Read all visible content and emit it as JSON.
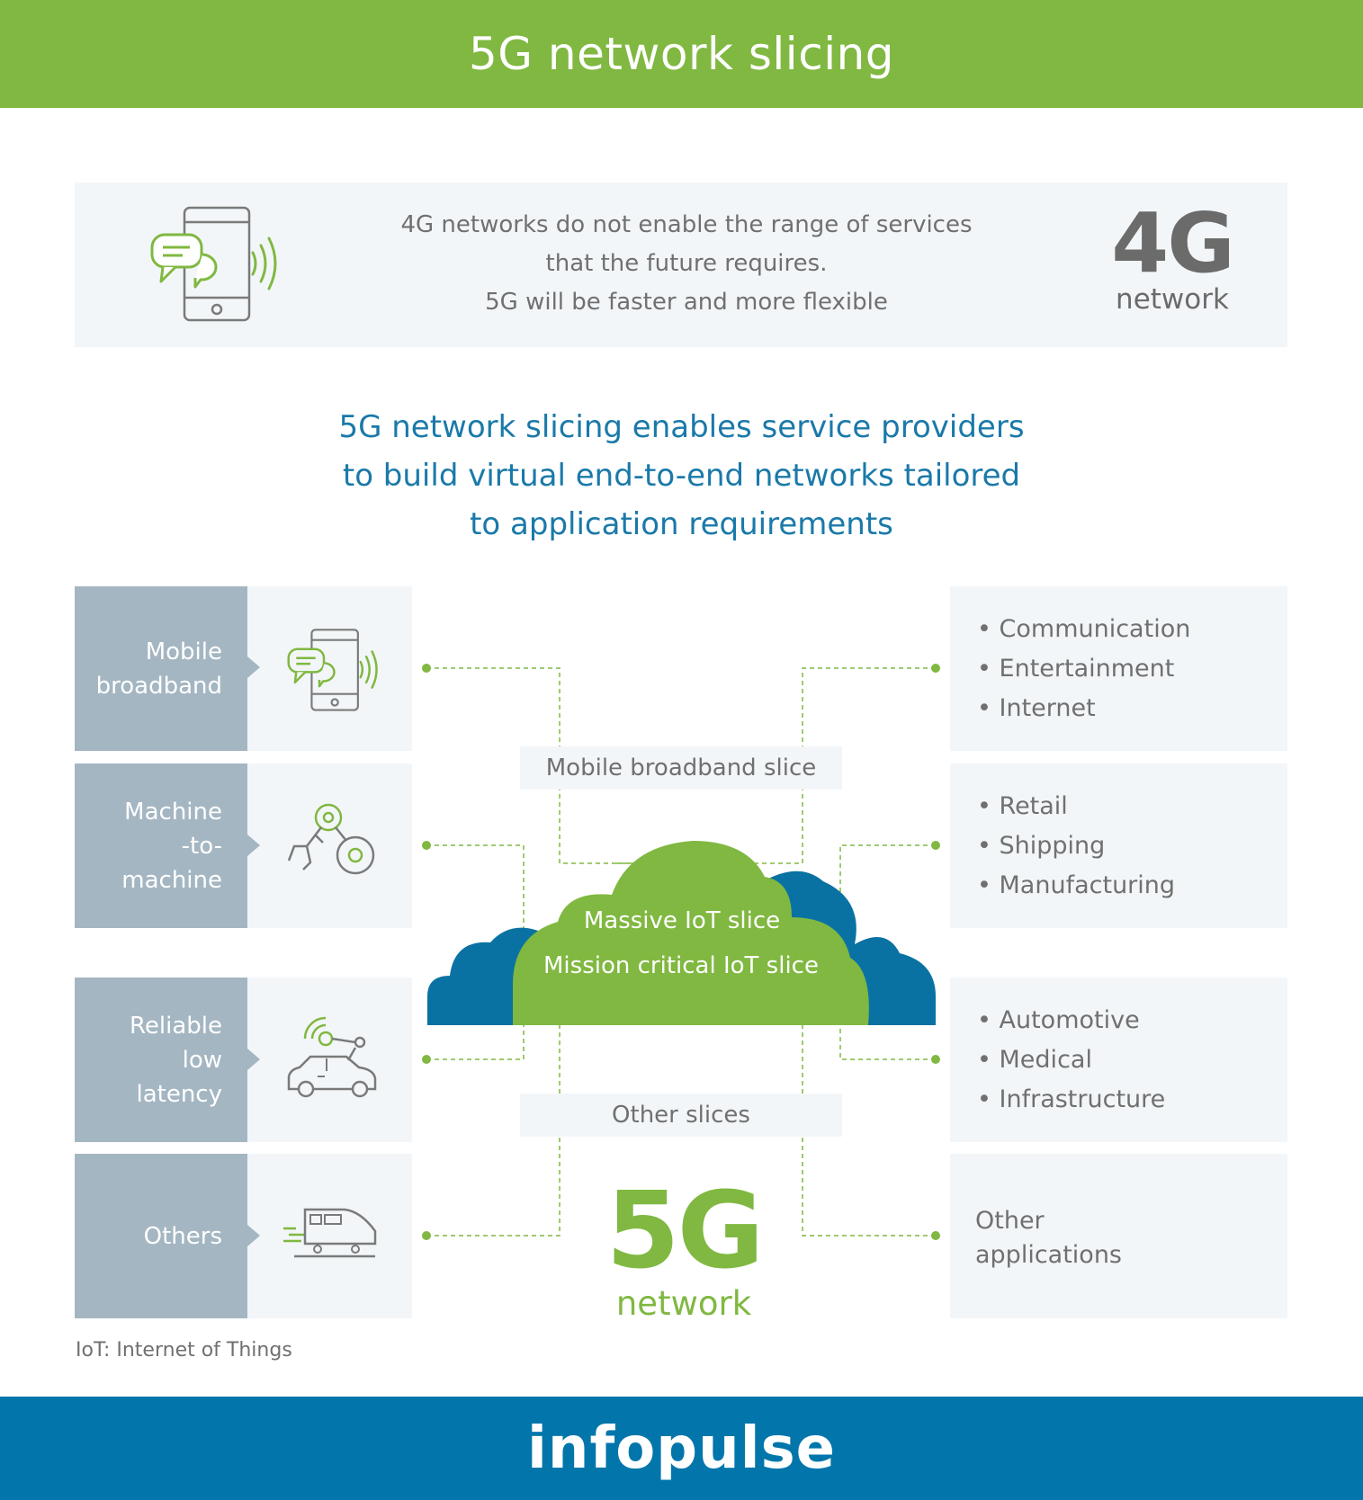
{
  "header": {
    "title": "5G network slicing"
  },
  "intro": {
    "lines": [
      "4G networks do not enable the range of services",
      "that the future requires.",
      "5G will be faster and more flexible"
    ],
    "badge_big": "4G",
    "badge_small": "network"
  },
  "tagline": {
    "lines": [
      "5G network slicing enables service providers",
      "to build virtual end-to-end networks tailored",
      "to application requirements"
    ]
  },
  "categories": [
    {
      "label": "Mobile\nbroadband",
      "icon": "smartphone-chat-icon"
    },
    {
      "label": "Machine\n-to-\nmachine",
      "icon": "robotic-arm-icon"
    },
    {
      "label": "Reliable\nlow\nlatency",
      "icon": "connected-car-icon"
    },
    {
      "label": "Others",
      "icon": "train-icon"
    }
  ],
  "applications": [
    {
      "items": [
        "Communication",
        "Entertainment",
        "Internet"
      ]
    },
    {
      "items": [
        "Retail",
        "Shipping",
        "Manufacturing"
      ]
    },
    {
      "items": [
        "Automotive",
        "Medical",
        "Infrastructure"
      ]
    },
    {
      "lines": [
        "Other",
        "applications"
      ]
    }
  ],
  "slices": {
    "mobile_broadband": "Mobile broadband slice",
    "massive_iot": "Massive IoT slice",
    "mission_critical_iot": "Mission critical IoT slice",
    "other": "Other slices"
  },
  "network": {
    "big": "5G",
    "small": "network"
  },
  "footnote": "IoT: Internet of Things",
  "footer": {
    "logo": "infopulse"
  },
  "colors": {
    "green": "#80b841",
    "blue": "#0276ab",
    "cloud_blue": "#0a72a3",
    "grey_blue": "#a4b6c2",
    "panel": "#f3f6f8",
    "tagline": "#1a79a9"
  }
}
